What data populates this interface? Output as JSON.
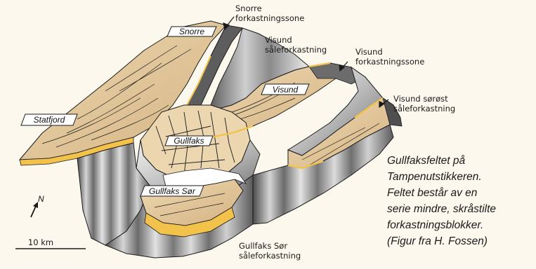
{
  "fields": {
    "snorre": "Snorre",
    "statfjord": "Statfjord",
    "visund": "Visund",
    "gullfaks": "Gullfaks",
    "gullfaks_sor": "Gullfaks Sør"
  },
  "fault_labels": {
    "snorre_zone": [
      "Snorre",
      "forkastningssone"
    ],
    "visund_fault": [
      "Visund",
      "såleforkastning"
    ],
    "visund_zone": [
      "Visund",
      "forkastningssone"
    ],
    "visund_sorost": [
      "Visund sørøst",
      "såleforkastning"
    ],
    "gullfaks_sor_fault": [
      "Gullfaks Sør",
      "såleforkastning"
    ]
  },
  "north_label": "N",
  "scale_label": "10 km",
  "caption_lines": [
    "Gullfaksfeltet på",
    "Tampenutstikkeren.",
    "Feltet består av en",
    "serie mindre, skråstilte",
    "forkastningsblokker.",
    "(Figur fra H. Fossen)"
  ],
  "colors": {
    "background": "#fdf8ed",
    "block_top": "#dcbf92",
    "block_top_light": "#ecd6b0",
    "fault_face_dark": "#6a6a6a",
    "fault_face_light": "#d8d8d8",
    "yellow_layer": "#f2c24a",
    "line": "#1a1a1a"
  }
}
